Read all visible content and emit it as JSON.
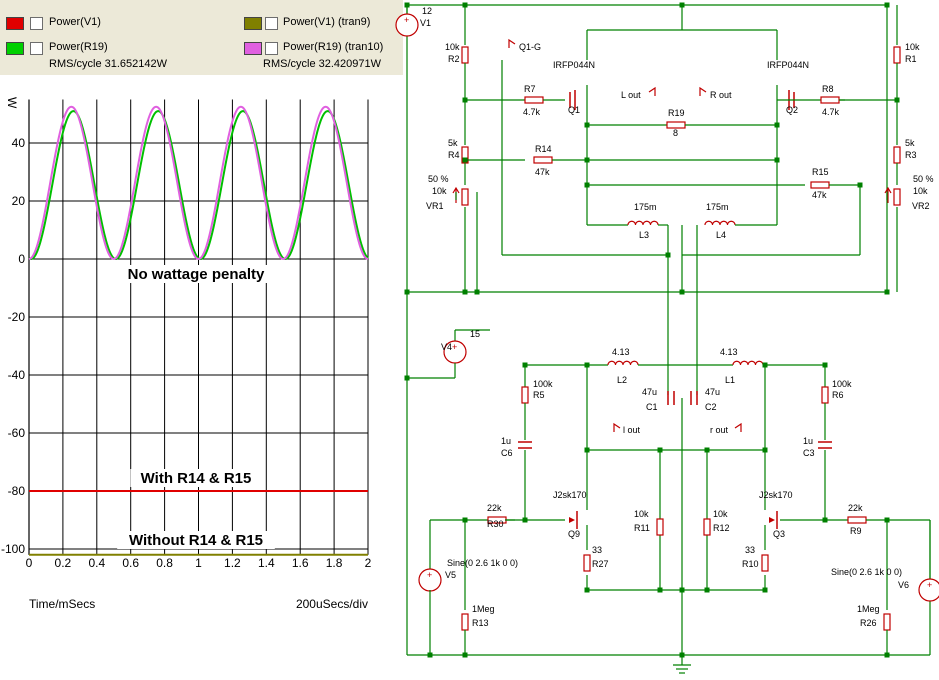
{
  "legend": {
    "items": [
      {
        "label": "Power(V1)",
        "color": "#e00000"
      },
      {
        "label": "Power(R19)",
        "color": "#00d000"
      },
      {
        "label": "Power(V1) (tran9)",
        "color": "#808000"
      },
      {
        "label": "Power(R19) (tran10)",
        "color": "#e060e0"
      }
    ],
    "rms_left": "RMS/cycle  31.652142W",
    "rms_right": "RMS/cycle  32.420971W"
  },
  "chart_data": {
    "type": "line",
    "ylabel": "W",
    "xlabel": "Time/mSecs",
    "x_div_label": "200uSecs/div",
    "xlim": [
      0,
      2
    ],
    "ylim": [
      -102,
      55
    ],
    "x_ticks": [
      "0",
      "0.2",
      "0.4",
      "0.6",
      "0.8",
      "1",
      "1.2",
      "1.4",
      "1.6",
      "1.8",
      "2"
    ],
    "y_ticks": [
      "40",
      "20",
      "0",
      "-20",
      "-40",
      "-60",
      "-80",
      "-100"
    ],
    "grid": true,
    "annotations": [
      "No wattage penalty",
      "With R14 & R15",
      "Without R14 & R15"
    ],
    "series": [
      {
        "name": "Power(R19)",
        "color": "#00c000",
        "kind": "sine",
        "peak": 51,
        "min": 0,
        "period_ms": 0.5,
        "phase_ms": 0.012
      },
      {
        "name": "Power(R19) (tran10)",
        "color": "#e060e0",
        "kind": "sine",
        "peak": 52.5,
        "min": 0,
        "period_ms": 0.5,
        "phase_ms": 0
      },
      {
        "name": "Power(V1)",
        "color": "#e00000",
        "kind": "const",
        "value": -80
      },
      {
        "name": "Power(V1) (tran9)",
        "color": "#808000",
        "kind": "const",
        "value": -102
      }
    ]
  },
  "schematic": {
    "labels": [
      "12",
      "V1",
      "10k",
      "R2",
      "Q1-G",
      "IRFP044N",
      "R7",
      "4.7k",
      "Q1",
      "L out",
      "R out",
      "R19",
      "8",
      "IRFP044N",
      "Q2",
      "R8",
      "4.7k",
      "10k",
      "R1",
      "5k",
      "R4",
      "R14",
      "47k",
      "5k",
      "R3",
      "50 %",
      "10k",
      "VR1",
      "R15",
      "47k",
      "50 %",
      "10k",
      "VR2",
      "175m",
      "175m",
      "L3",
      "L4",
      "15",
      "V4",
      "4.13",
      "4.13",
      "L2",
      "L1",
      "100k",
      "R5",
      "100k",
      "R6",
      "47u",
      "47u",
      "C1",
      "C2",
      "1u",
      "C6",
      "1u",
      "C3",
      "l out",
      "r out",
      "J2sk170",
      "J2sk170",
      "22k",
      "R30",
      "10k",
      "R11",
      "10k",
      "R12",
      "22k",
      "R9",
      "Q9",
      "Q3",
      "33",
      "R27",
      "33",
      "R10",
      "Sine(0 2.6 1k 0 0)",
      "V5",
      "Sine(0 2.6 1k 0 0)",
      "V6",
      "1Meg",
      "R26",
      "1Meg",
      "R13"
    ]
  }
}
